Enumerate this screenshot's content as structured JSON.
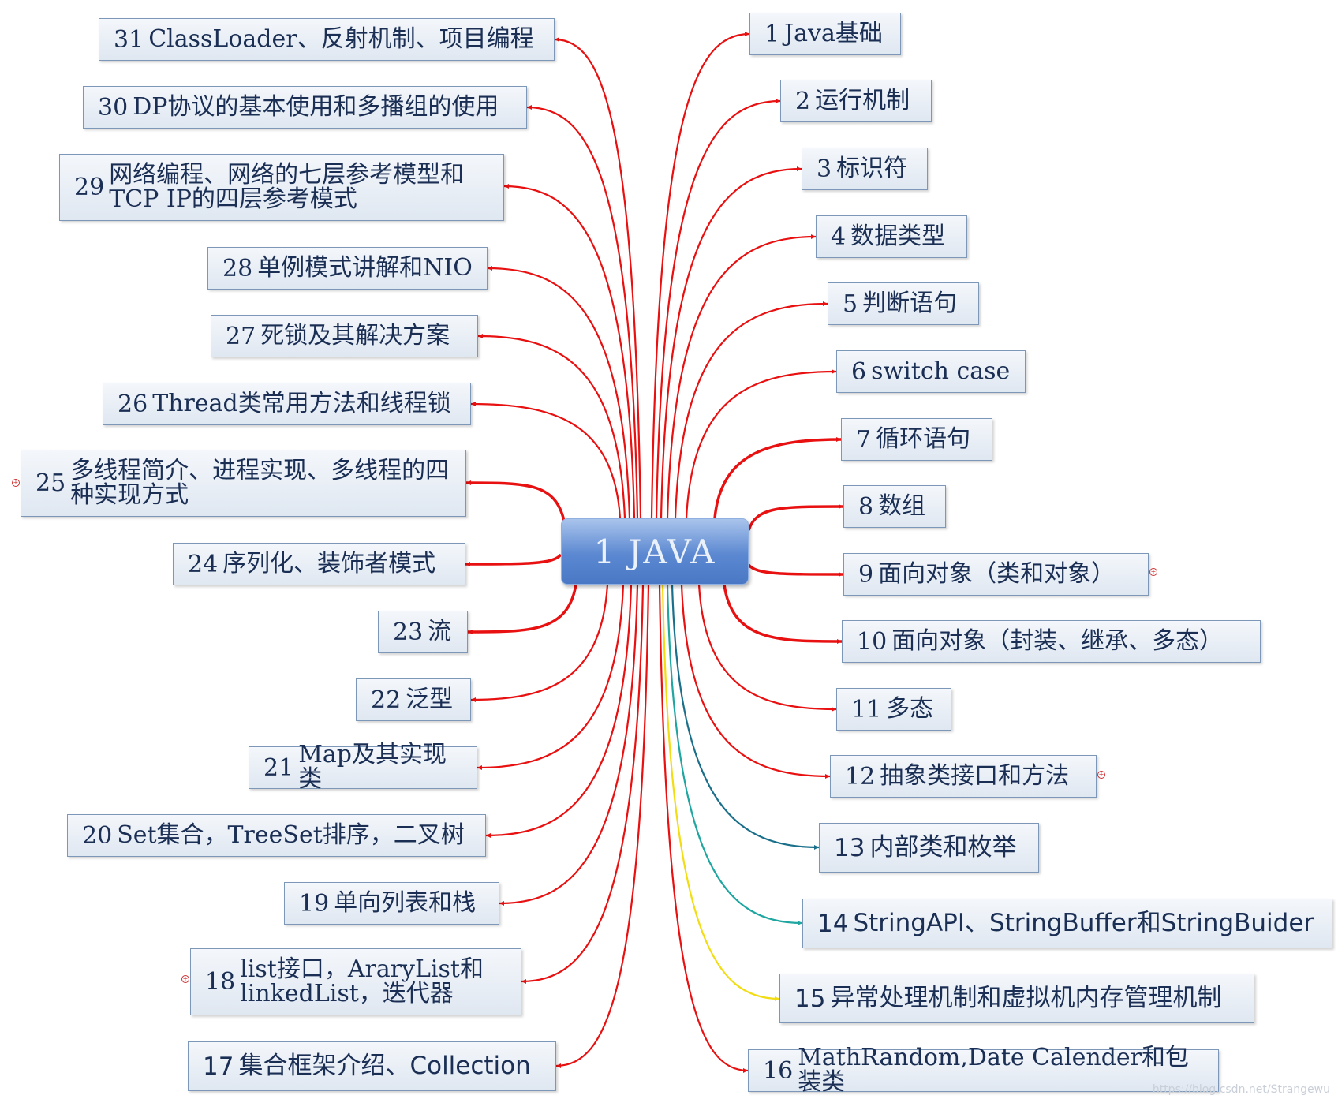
{
  "root": {
    "label": "1  JAVA"
  },
  "nodes": [
    {
      "num": "31",
      "text": "ClassLoader、反射机制、项目编程"
    },
    {
      "num": "30",
      "text": "DP协议的基本使用和多播组的使用"
    },
    {
      "num": "29",
      "text": "网络编程、网络的七层参考模型和 TCP IP的四层参考模式"
    },
    {
      "num": "28",
      "text": "单例模式讲解和NIO"
    },
    {
      "num": "27",
      "text": "死锁及其解决方案"
    },
    {
      "num": "26",
      "text": "Thread类常用方法和线程锁"
    },
    {
      "num": "25",
      "text": "多线程简介、进程实现、多线程的四种实现方式"
    },
    {
      "num": "24",
      "text": "序列化、装饰者模式"
    },
    {
      "num": "23",
      "text": "流"
    },
    {
      "num": "22",
      "text": "泛型"
    },
    {
      "num": "21",
      "text": "Map及其实现类"
    },
    {
      "num": "20",
      "text": "Set集合，TreeSet排序，二叉树"
    },
    {
      "num": "19",
      "text": "单向列表和栈"
    },
    {
      "num": "18",
      "text": "list接口，AraryList和 linkedList，迭代器"
    },
    {
      "num": "17",
      "text": "集合框架介绍、Collection"
    },
    {
      "num": "1",
      "text": "Java基础"
    },
    {
      "num": "2",
      "text": "运行机制"
    },
    {
      "num": "3",
      "text": "标识符"
    },
    {
      "num": "4",
      "text": "数据类型"
    },
    {
      "num": "5",
      "text": "判断语句"
    },
    {
      "num": "6",
      "text": "switch case"
    },
    {
      "num": "7",
      "text": "循环语句"
    },
    {
      "num": "8",
      "text": "数组"
    },
    {
      "num": "9",
      "text": "面向对象（类和对象）"
    },
    {
      "num": "10",
      "text": "面向对象（封装、继承、多态）"
    },
    {
      "num": "11",
      "text": "多态"
    },
    {
      "num": "12",
      "text": "抽象类接口和方法"
    },
    {
      "num": "13",
      "text": "内部类和枚举"
    },
    {
      "num": "14",
      "text": "StringAPI、StringBuffer和StringBuider"
    },
    {
      "num": "15",
      "text": "异常处理机制和虚拟机内存管理机制"
    },
    {
      "num": "16",
      "text": "MathRandom,Date Calender和包装类"
    }
  ],
  "collapse_markers": [
    "+",
    "+",
    "+",
    "+"
  ],
  "watermark": "https://blog.csdn.net/Strangewu",
  "colors": {
    "link_default": "#e81010",
    "link_13": "#1a6f8a",
    "link_14": "#1fa6a0",
    "link_15": "#f2dc14",
    "root_fill": "#5b88d1"
  }
}
